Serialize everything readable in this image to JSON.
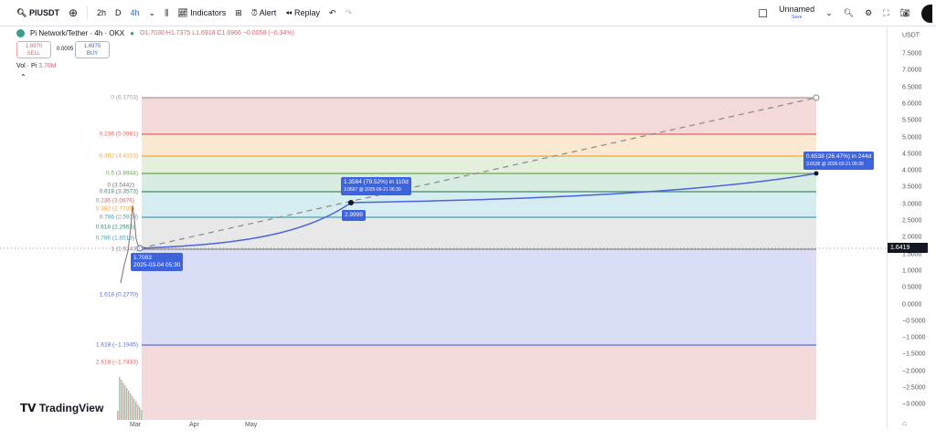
{
  "toolbar": {
    "symbol": "PIUSDT",
    "intervals": [
      "2h",
      "D",
      "4h"
    ],
    "indicators": "Indicators",
    "alert": "Alert",
    "replay": "Replay",
    "layout_name": "Unnamed",
    "layout_save": "Save"
  },
  "legend": {
    "title": "Pi Network/Tether · 4h · OKX",
    "ohlc": "O1.7030 H1.7375 L1.6918 C1.6966 −0.0058 (−0.34%)",
    "sell_price": "1.6970",
    "sell_label": "SELL",
    "spread": "0.0005",
    "buy_price": "1.6975",
    "buy_label": "BUY",
    "vol_label": "Vol · Pi",
    "vol_value": "3.76M"
  },
  "price_axis": {
    "currency": "USDT",
    "ticks": [
      "7.5000",
      "7.0000",
      "6.5000",
      "6.0000",
      "5.5000",
      "5.0000",
      "4.5000",
      "4.0000",
      "3.5000",
      "3.0000",
      "2.5000",
      "2.0000",
      "1.5000",
      "1.0000",
      "0.5000",
      "0.0000",
      "−0.5000",
      "−1.0000",
      "−1.5000",
      "−2.0000",
      "−2.5000",
      "−3.0000"
    ],
    "current_price": "1.6419"
  },
  "fib_levels": [
    {
      "label": "0 (6.1703)",
      "color": "#9e9e9e"
    },
    {
      "label": "0.236 (5.0981)",
      "color": "#e06666"
    },
    {
      "label": "0.382 (4.4315)",
      "color": "#f0a640"
    },
    {
      "label": "0.5 (3.8944)",
      "color": "#6aa84f"
    },
    {
      "label": "0.618 (3.3573)",
      "color": "#3d8a6a"
    },
    {
      "label": "0.786 (2.5919)",
      "color": "#4aa3b0"
    },
    {
      "label": "1 (1.6343)",
      "color": "#8a8a8a"
    },
    {
      "label": "1.618 (0.2770)",
      "color": "#5a6fd8"
    },
    {
      "label": "1.618 (−1.1945)",
      "color": "#5a6fd8"
    },
    {
      "label": "2.618 (−1.7433)",
      "color": "#e06666"
    }
  ],
  "small_fib_labels": [
    {
      "label": "0 (3.5442)",
      "color": "#777"
    },
    {
      "label": "0.236 (3.0876)",
      "color": "#e06666"
    },
    {
      "label": "0.382 (2.7739)",
      "color": "#f0a640"
    },
    {
      "label": "0.618 (2.2963)",
      "color": "#3d8a6a"
    },
    {
      "label": "0.786 (1.8518)",
      "color": "#4aa3b0"
    }
  ],
  "annotations": {
    "start_price": "1.7083",
    "start_date": "2025-03-04 05:30",
    "mid_change": "1.3584 (79.52%) in 110d",
    "mid_detail": "3.0667 @ 2025-06-21 06:30",
    "mid_price": "2.9999",
    "end_change": "0.6538 (26.47%) in 244d",
    "end_detail": "3.6538 @ 2026-02-21 09:30"
  },
  "time_axis": [
    "Mar",
    "Apr",
    "May"
  ],
  "brand": "TradingView"
}
